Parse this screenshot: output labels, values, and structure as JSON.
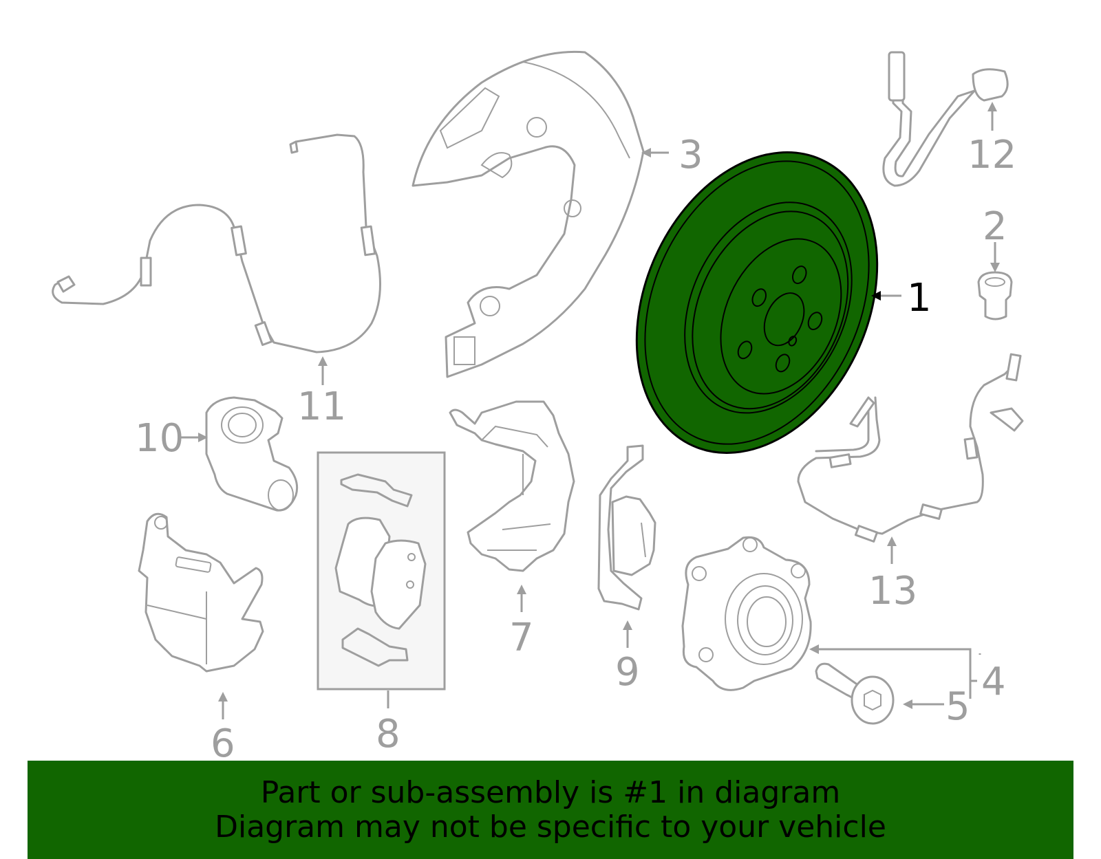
{
  "callouts": {
    "c1": "1",
    "c2": "2",
    "c3": "3",
    "c4": "4",
    "c5": "5",
    "c6": "6",
    "c7": "7",
    "c8": "8",
    "c9": "9",
    "c10": "10",
    "c11": "11",
    "c12": "12",
    "c13": "13"
  },
  "highlighted_part": "1",
  "colors": {
    "highlight": "#116600",
    "part_line": "#9e9e9e",
    "active_callout": "#000000"
  },
  "banner": {
    "line1": "Part or sub-assembly is #1 in diagram",
    "line2": "Diagram may not be specific to your vehicle"
  }
}
